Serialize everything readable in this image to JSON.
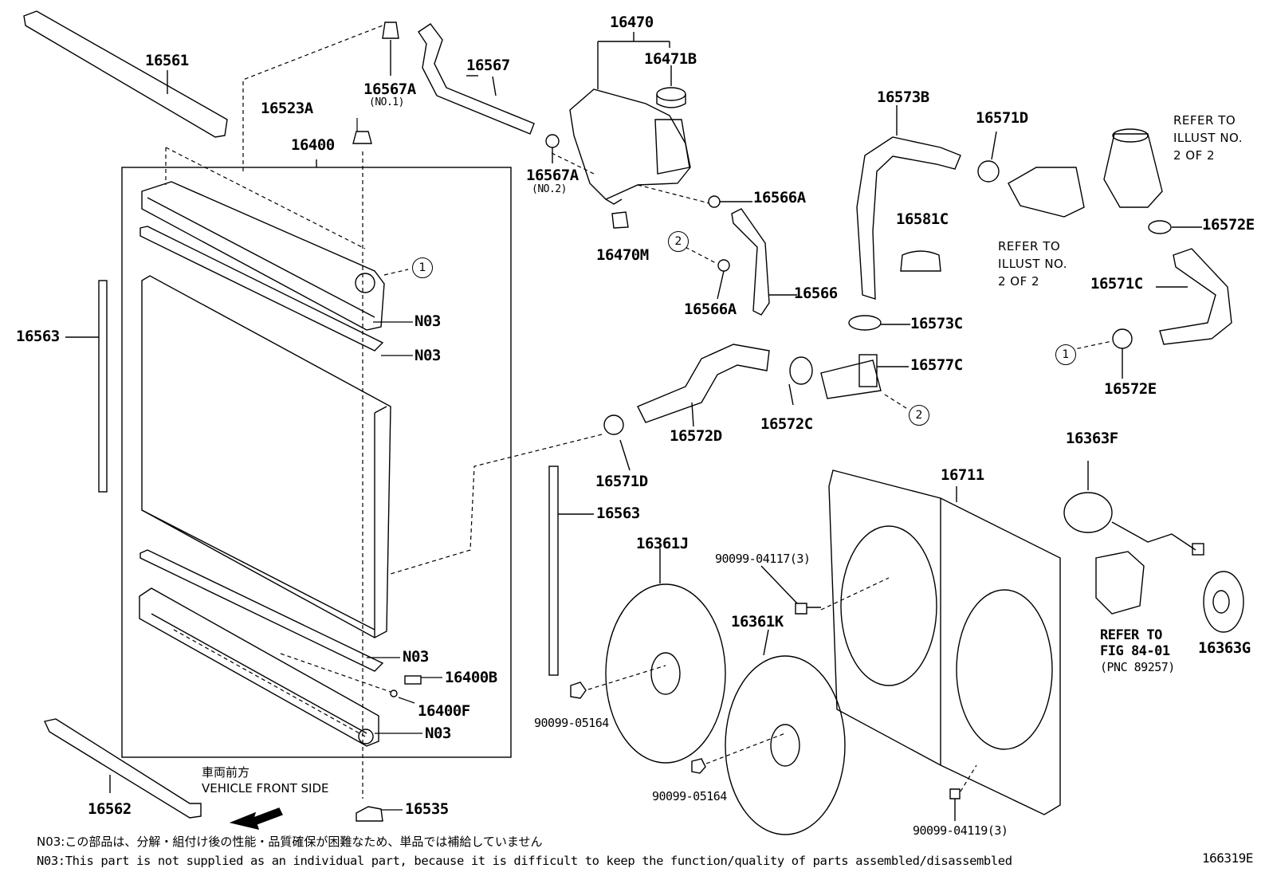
{
  "diagram_id": "166319E",
  "labels": {
    "p16561": "16561",
    "p16567A_1": "16567A",
    "p16567A_1_sub": "(NO.1)",
    "p16567": "16567",
    "p16470": "16470",
    "p16471B": "16471B",
    "p16523A": "16523A",
    "p16400": "16400",
    "p16567A_2": "16567A",
    "p16567A_2_sub": "(NO.2)",
    "p16566A_top": "16566A",
    "p16470M": "16470M",
    "p16566A_bot": "16566A",
    "p16566": "16566",
    "p16573B": "16573B",
    "p16571D_top": "16571D",
    "p16581C": "16581C",
    "p16573C": "16573C",
    "p16577C": "16577C",
    "p16572E_top": "16572E",
    "p16571C": "16571C",
    "p16572E_bot": "16572E",
    "p16563_left": "16563",
    "n03_a": "N03",
    "n03_b": "N03",
    "n03_c": "N03",
    "n03_d": "N03",
    "p16400B": "16400B",
    "p16400F": "16400F",
    "p16562": "16562",
    "p16535": "16535",
    "p16572D": "16572D",
    "p16572C": "16572C",
    "p16571D_bot": "16571D",
    "p16563_mid": "16563",
    "p16361J": "16361J",
    "p16361K": "16361K",
    "p90099_04117": "90099-04117(3)",
    "p90099_05164_a": "90099-05164",
    "p90099_05164_b": "90099-05164",
    "p90099_04119": "90099-04119(3)",
    "p16711": "16711",
    "p16363F": "16363F",
    "p16363G": "16363G"
  },
  "refs": {
    "ref_illust_top": "REFER TO\nILLUST NO.\n2 OF 2",
    "ref_illust_mid": "REFER TO\nILLUST NO.\n2 OF 2",
    "ref_fig_line1": "REFER TO",
    "ref_fig_line2": "FIG 84-01",
    "ref_fig_pnc": "(PNC 89257)"
  },
  "callouts": {
    "c1": "1",
    "c2": "2"
  },
  "front": {
    "jp": "車両前方",
    "en": "VEHICLE FRONT SIDE"
  },
  "notes": {
    "jp": "N03:この部品は、分解・組付け後の性能・品質確保が困難なため、単品では補給していません",
    "en": "N03:This part is not supplied as an individual part, because it is difficult to keep the function/quality of parts assembled/disassembled"
  }
}
